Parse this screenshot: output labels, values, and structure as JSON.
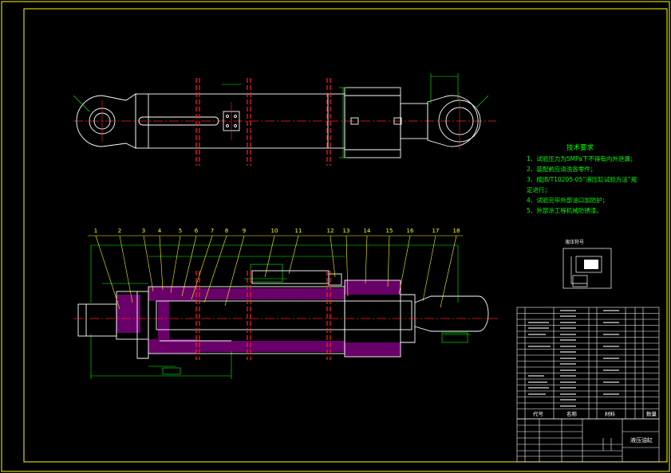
{
  "colors": {
    "background": "#000000",
    "frame": "#ffff00",
    "outline": "#ffffff",
    "detail": "#e0e0e0",
    "centerline": "#ff2020",
    "dimension": "#00ff00",
    "hatch": "#ff00ff",
    "notes": "#00ff00",
    "table": "#ffffff",
    "leader": "#ffff00"
  },
  "technical_requirements": {
    "title": "技术要求",
    "items": [
      "1、试验压力为5MPa下不得有内外泄漏；",
      "2、装配前应清洗各零件；",
      "3、按JB/T10205-05”液压缸试验方法”规",
      "   定进行；",
      "4、试验完毕外部油口加防护；",
      "5、外部涂工程机械防锈漆。"
    ]
  },
  "balloons": [
    "1",
    "2",
    "3",
    "4",
    "5",
    "6",
    "7",
    "8",
    "9",
    "10",
    "11",
    "12",
    "13",
    "14",
    "15",
    "16",
    "17",
    "18"
  ],
  "symbol_label": "液压符号",
  "title_block": {
    "drawing_title": "液压油缸",
    "col_code": "代号",
    "col_name": "名称",
    "col_material": "材料",
    "col_qty": "数量"
  }
}
